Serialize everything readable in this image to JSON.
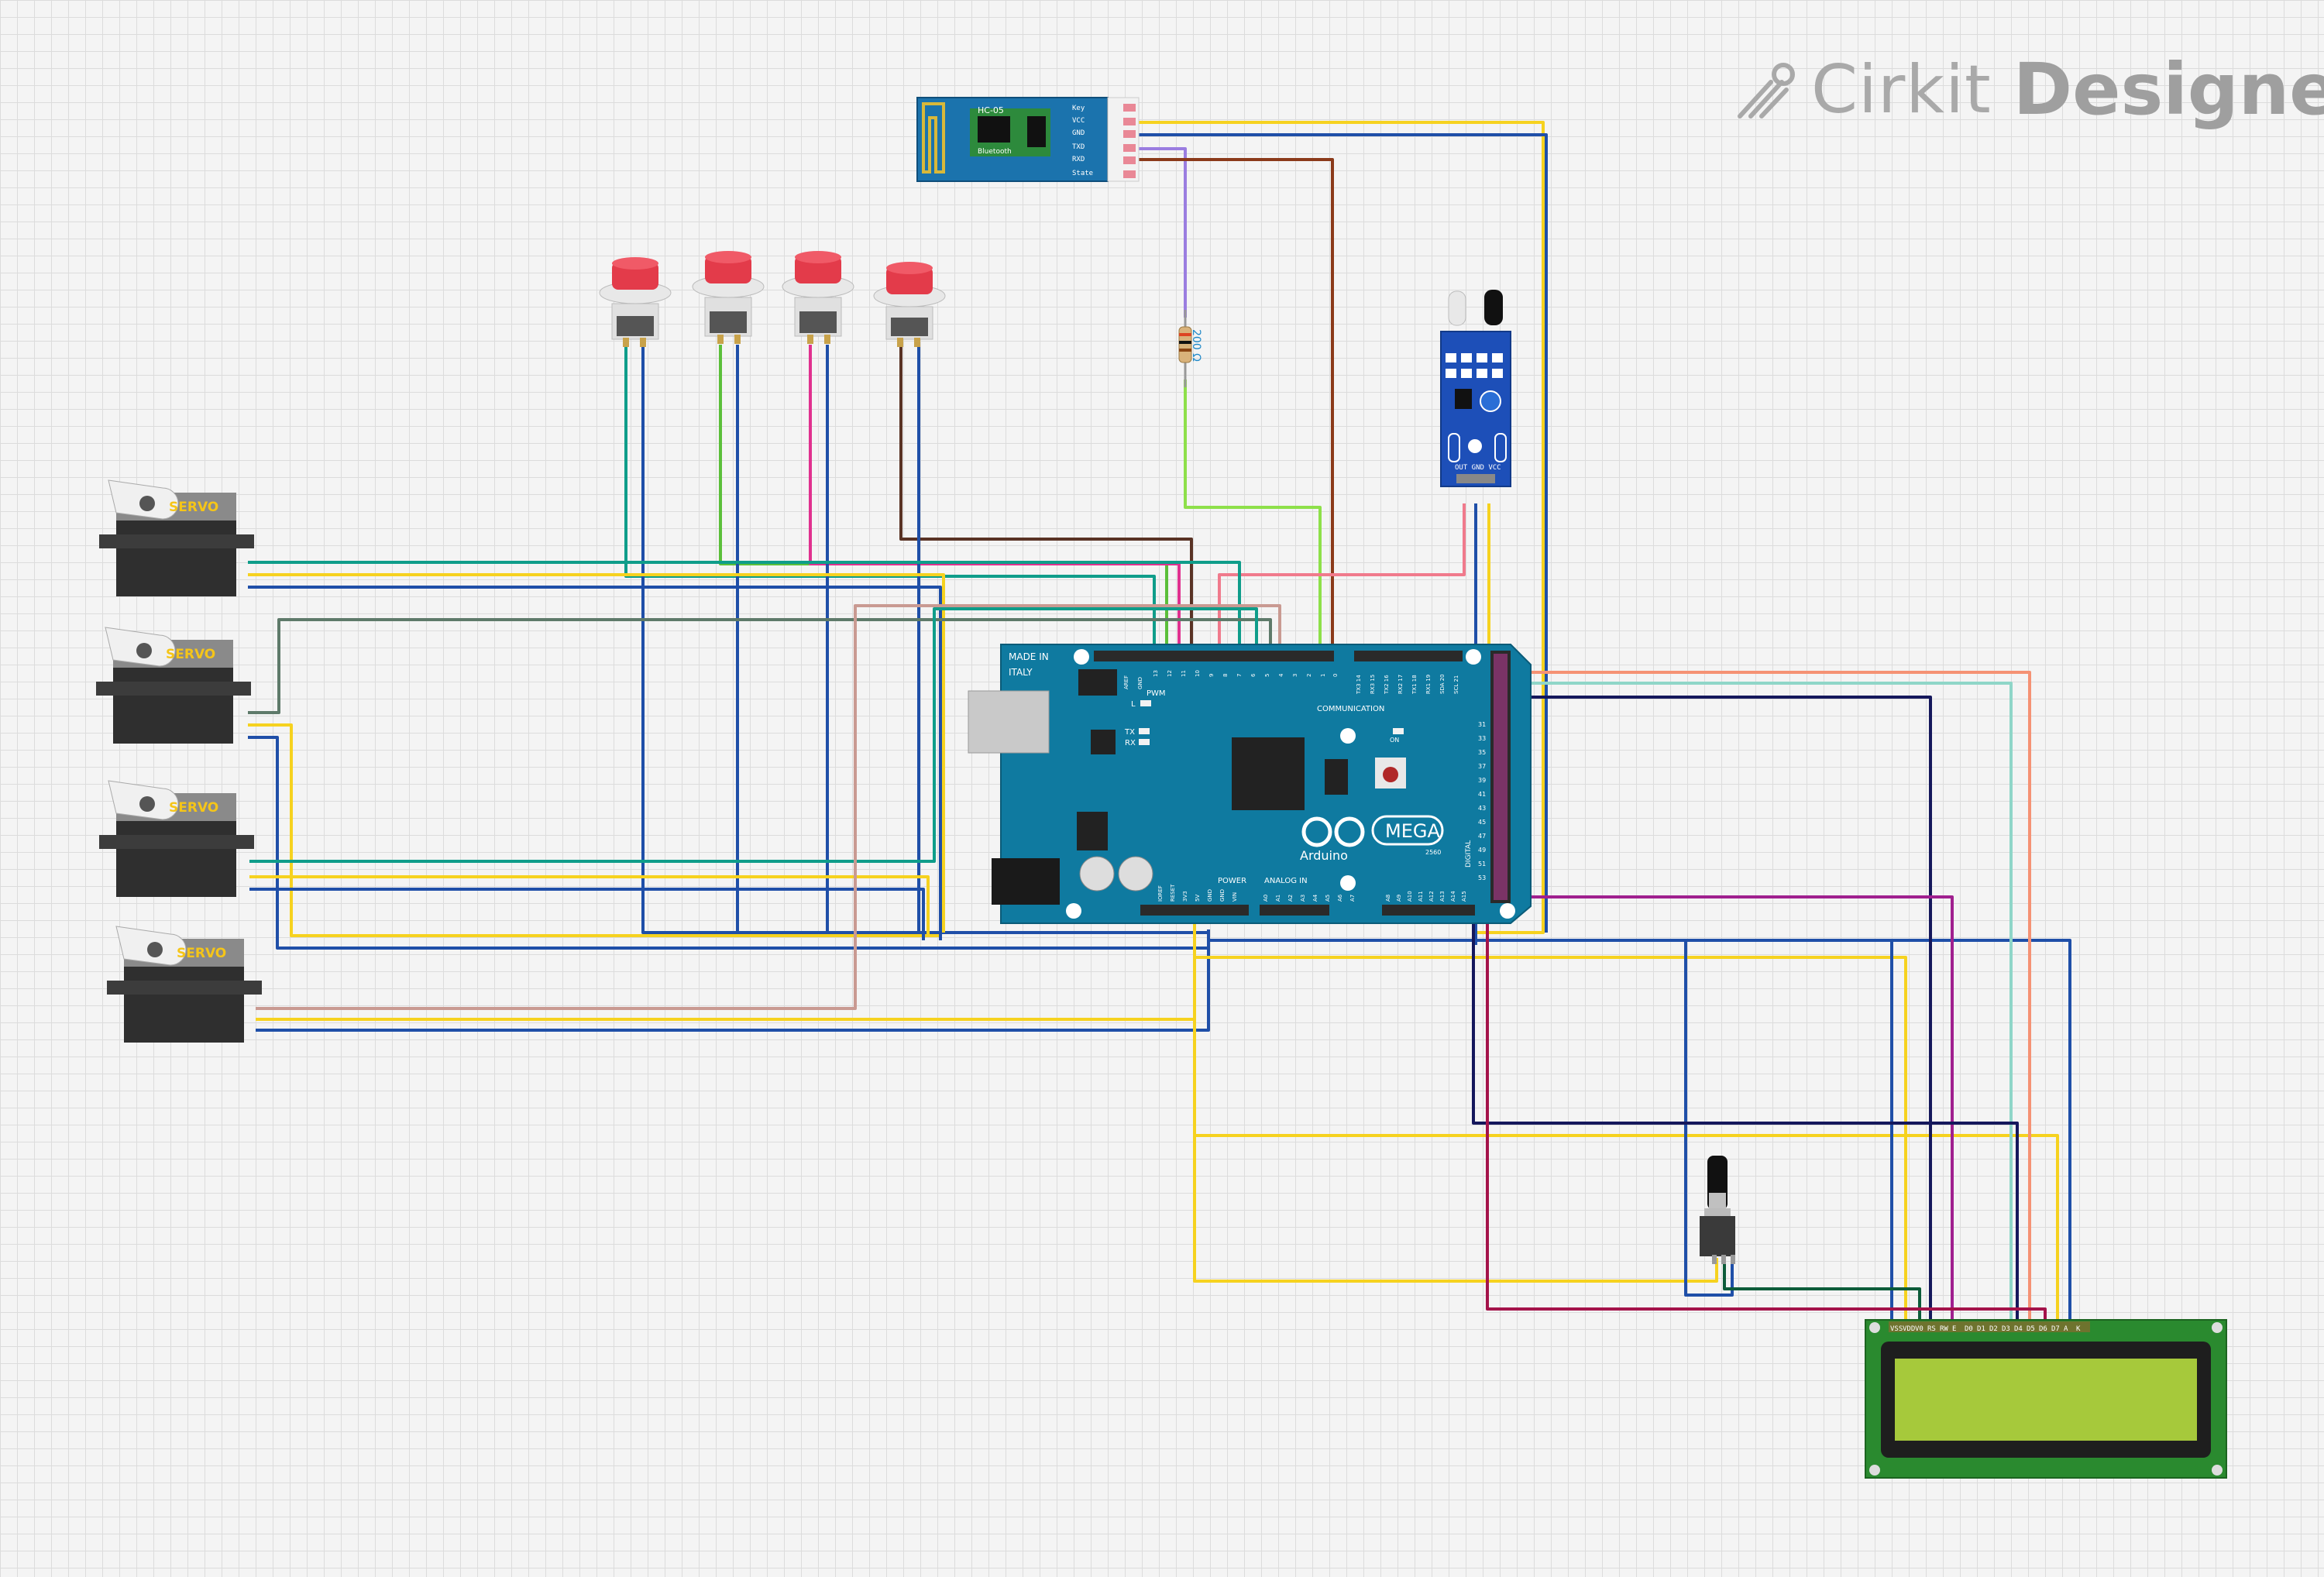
{
  "brand": {
    "name": "Cirkit",
    "product": "Designer",
    "icon": "cirkit-logo-icon"
  },
  "components": {
    "bluetooth": {
      "chip": "HC-05",
      "sub": "Bluetooth",
      "pins": [
        "Key",
        "VCC",
        "GND",
        "TXD",
        "RXD",
        "State"
      ]
    },
    "resistor": {
      "label": "200 Ω"
    },
    "servos": [
      {
        "label": "SERVO"
      },
      {
        "label": "SERVO"
      },
      {
        "label": "SERVO"
      },
      {
        "label": "SERVO"
      }
    ],
    "ir_sensor": {
      "pins": "OUT GND VCC"
    },
    "arduino": {
      "made_in": "MADE IN",
      "italy": "ITALY",
      "brand": "Arduino",
      "model": "MEGA",
      "model_no": "2560",
      "pwm": "PWM",
      "communication": "COMMUNICATION",
      "power": "POWER",
      "analog_in": "ANALOG IN",
      "digital": "DIGITAL",
      "on": "ON",
      "tx": "TX",
      "rx": "RX",
      "l": "L",
      "aref": "AREF",
      "gnd": "GND",
      "top_pins": [
        "13",
        "12",
        "11",
        "10",
        "9",
        "8",
        "7",
        "6",
        "5",
        "4",
        "3",
        "2",
        "1",
        "0"
      ],
      "comm_pins": [
        "TX3 14",
        "RX3 15",
        "TX2 16",
        "RX2 17",
        "TX1 18",
        "RX1 19",
        "SDA 20",
        "SCL 21"
      ],
      "power_pins": [
        "IOREF",
        "RESET",
        "3V3",
        "5V",
        "GND",
        "GND",
        "VIN"
      ],
      "analog_pins": [
        "A0",
        "A1",
        "A2",
        "A3",
        "A4",
        "A5",
        "A6",
        "A7",
        "A8",
        "A9",
        "A10",
        "A11",
        "A12",
        "A13",
        "A14",
        "A15"
      ],
      "right_pins": [
        "31",
        "33",
        "35",
        "37",
        "39",
        "41",
        "43",
        "45",
        "47",
        "49",
        "51",
        "53"
      ]
    },
    "lcd": {
      "pins": [
        "VSS",
        "VDD",
        "V0",
        "RS",
        "RW",
        "E",
        "D0",
        "D1",
        "D2",
        "D3",
        "D4",
        "D5",
        "D6",
        "D7",
        "A",
        "K"
      ]
    }
  },
  "colors": {
    "wire_yellow": "#f6d21f",
    "wire_blue": "#1f4fa8",
    "wire_brown": "#8b3a1a",
    "wire_purple": "#9a7de0",
    "wire_lightgreen": "#8ee04a",
    "wire_teal": "#0f9d8a",
    "wire_green": "#5bbf3a",
    "wire_magenta": "#e0318f",
    "wire_darkbrown": "#5a3325",
    "wire_pink": "#f07a8c",
    "wire_salmon": "#f59274",
    "wire_aqua": "#8fd6c8",
    "wire_navy": "#15185c",
    "wire_violet": "#a0208f",
    "wire_crimson": "#a4134a",
    "wire_darkgreen": "#0d5c3a",
    "wire_gray": "#5e7a6a",
    "wire_lightbrown": "#c99a92",
    "board_blue": "#0f7aa0",
    "lcd_green": "#2a8a2f",
    "lcd_screen": "#a6c93b"
  }
}
